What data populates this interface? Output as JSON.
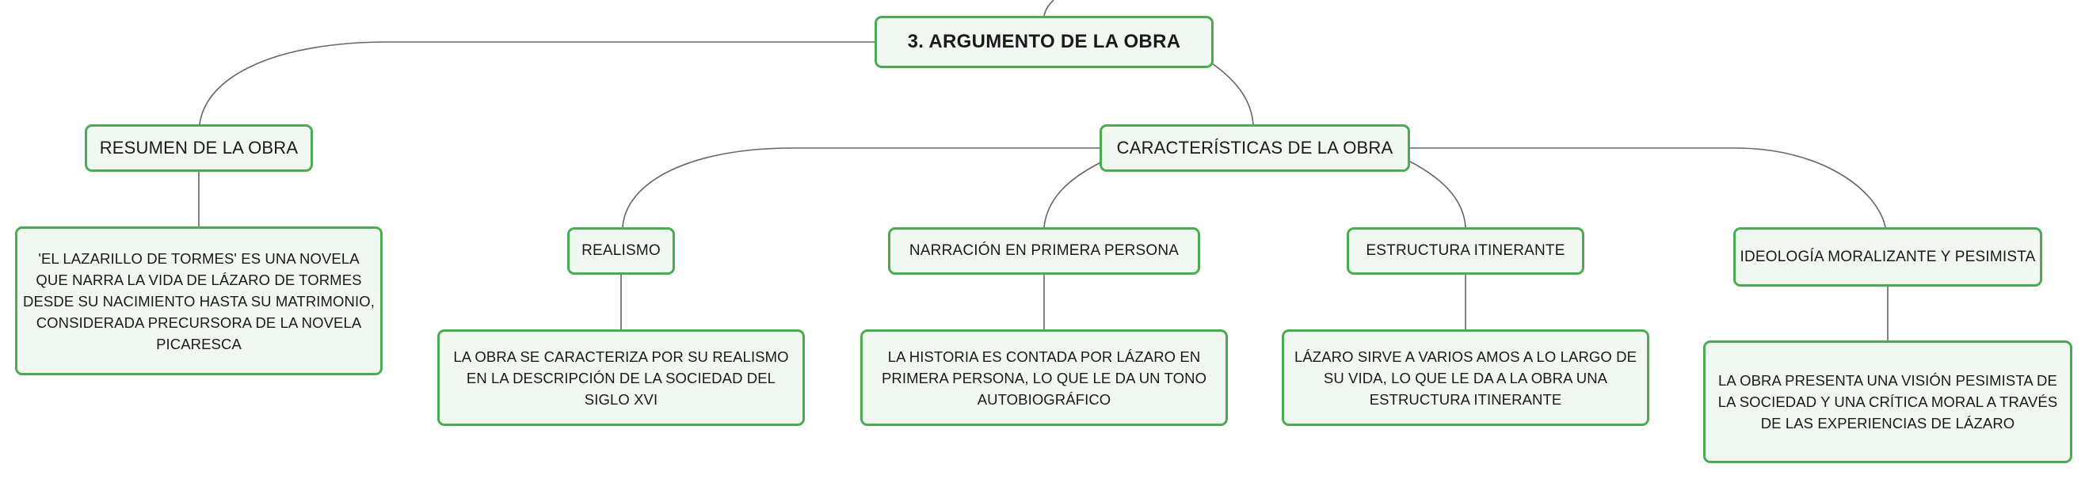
{
  "colors": {
    "node_border": "#4aab52",
    "node_fill": "#f1f8f1",
    "connector": "#666666"
  },
  "root": {
    "label": "3. ARGUMENTO DE LA OBRA"
  },
  "summary": {
    "label": "RESUMEN DE LA OBRA",
    "detail": "'EL LAZARILLO DE TORMES' ES UNA NOVELA QUE NARRA LA VIDA DE LÁZARO DE TORMES DESDE SU NACIMIENTO HASTA SU MATRIMONIO, CONSIDERADA PRECURSORA DE LA NOVELA PICARESCA"
  },
  "characteristics": {
    "label": "CARACTERÍSTICAS DE LA OBRA",
    "items": [
      {
        "label": "REALISMO",
        "detail": "LA OBRA SE CARACTERIZA POR SU REALISMO EN LA DESCRIPCIÓN DE LA SOCIEDAD DEL SIGLO XVI"
      },
      {
        "label": "NARRACIÓN EN PRIMERA PERSONA",
        "detail": "LA HISTORIA ES CONTADA POR LÁZARO EN PRIMERA PERSONA, LO QUE LE DA UN TONO AUTOBIOGRÁFICO"
      },
      {
        "label": "ESTRUCTURA ITINERANTE",
        "detail": "LÁZARO SIRVE A VARIOS AMOS A LO LARGO DE SU VIDA, LO QUE LE DA A LA OBRA UNA ESTRUCTURA ITINERANTE"
      },
      {
        "label": "IDEOLOGÍA MORALIZANTE Y PESIMISTA",
        "detail": "LA OBRA PRESENTA UNA VISIÓN PESIMISTA DE LA SOCIEDAD Y UNA CRÍTICA MORAL A TRAVÉS DE LAS EXPERIENCIAS DE LÁZARO"
      }
    ]
  }
}
